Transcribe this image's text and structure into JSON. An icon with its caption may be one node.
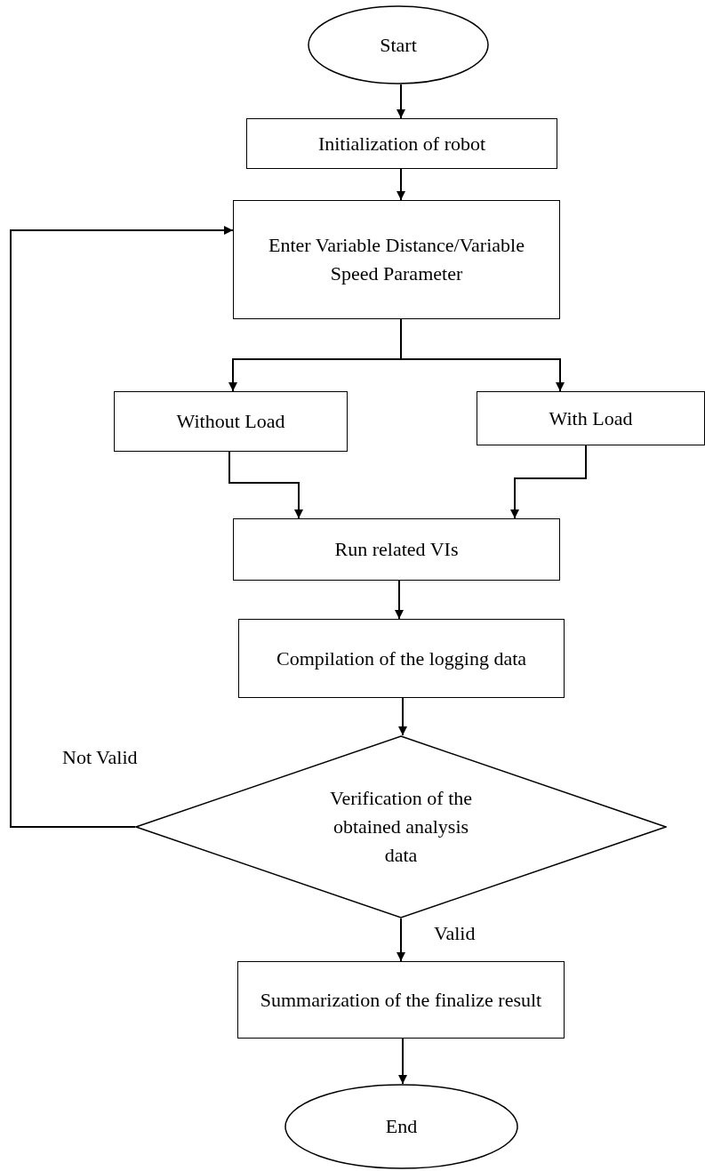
{
  "diagram": {
    "nodes": [
      {
        "text": [
          "Start"
        ]
      },
      {
        "text": [
          "Initialization of robot"
        ]
      },
      {
        "text": [
          "Enter Variable Distance/Variable Speed Parameter"
        ]
      },
      {
        "text": [
          "Without Load"
        ]
      },
      {
        "text": [
          "With Load"
        ]
      },
      {
        "text": [
          "Run related VIs"
        ]
      },
      {
        "text": [
          "Compilation of the logging data"
        ]
      },
      {
        "text": [
          "Verification of the obtained analysis data"
        ]
      },
      {
        "text": [
          "Summarization of the finalize result"
        ]
      },
      {
        "text": [
          "End"
        ]
      }
    ],
    "edges": [
      {
        "from": 0,
        "to": 1,
        "arrow": "to"
      },
      {
        "from": 1,
        "to": 2,
        "arrow": "to"
      },
      {
        "from": 2,
        "to": 3,
        "arrow": "to"
      },
      {
        "from": 2,
        "to": 4,
        "arrow": "to"
      },
      {
        "from": 3,
        "to": 5,
        "arrow": "to"
      },
      {
        "from": 4,
        "to": 5,
        "arrow": "to"
      },
      {
        "from": 5,
        "to": 6,
        "arrow": "to"
      },
      {
        "from": 6,
        "to": 7,
        "arrow": "to"
      },
      {
        "from": 7,
        "to": 8,
        "arrow": "to",
        "label": "Valid"
      },
      {
        "from": 8,
        "to": 9,
        "arrow": "to"
      },
      {
        "from": 7,
        "to": 2,
        "arrow": "to",
        "label": "Not Valid"
      }
    ]
  }
}
